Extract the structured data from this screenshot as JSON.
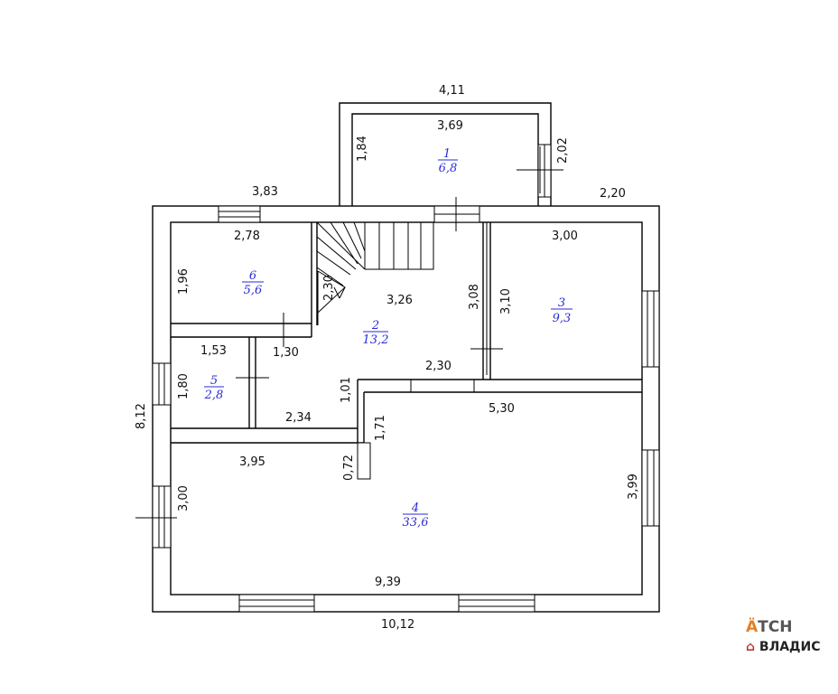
{
  "dimensions": {
    "top_411": "4,11",
    "inner_369": "3,69",
    "r1_184": "1,84",
    "r1_202": "2,02",
    "top_383": "3,83",
    "top_220": "2,20",
    "r6_278": "2,78",
    "r6_196": "1,96",
    "stair_230": "2,30",
    "r2_326": "3,26",
    "r2_308": "3,08",
    "r3_310": "3,10",
    "r3_300": "3,00",
    "r5_153": "1,53",
    "r2_130": "1,30",
    "r5_180": "1,80",
    "r2_101": "1,01",
    "r2_230": "2,30",
    "r2_234": "2,34",
    "r4_530": "5,30",
    "r4_171": "1,71",
    "left_812": "8,12",
    "r4_395": "3,95",
    "r4_072": "0,72",
    "r4_300": "3,00",
    "r4_399": "3,99",
    "r4_939": "9,39",
    "bottom_1012": "10,12"
  },
  "rooms": [
    {
      "num": "1",
      "area": "6,8"
    },
    {
      "num": "2",
      "area": "13,2"
    },
    {
      "num": "3",
      "area": "9,3"
    },
    {
      "num": "4",
      "area": "33,6"
    },
    {
      "num": "5",
      "area": "2,8"
    },
    {
      "num": "6",
      "area": "5,6"
    }
  ],
  "logo": {
    "line1_mark": "Ä",
    "line1_text": "TCH",
    "line2_mark": "⌂",
    "line2_text": "ВЛАДИС"
  },
  "colors": {
    "room_labels": "#2a2ad8",
    "logo_orange": "#e67e22",
    "logo_red": "#c0392b"
  }
}
